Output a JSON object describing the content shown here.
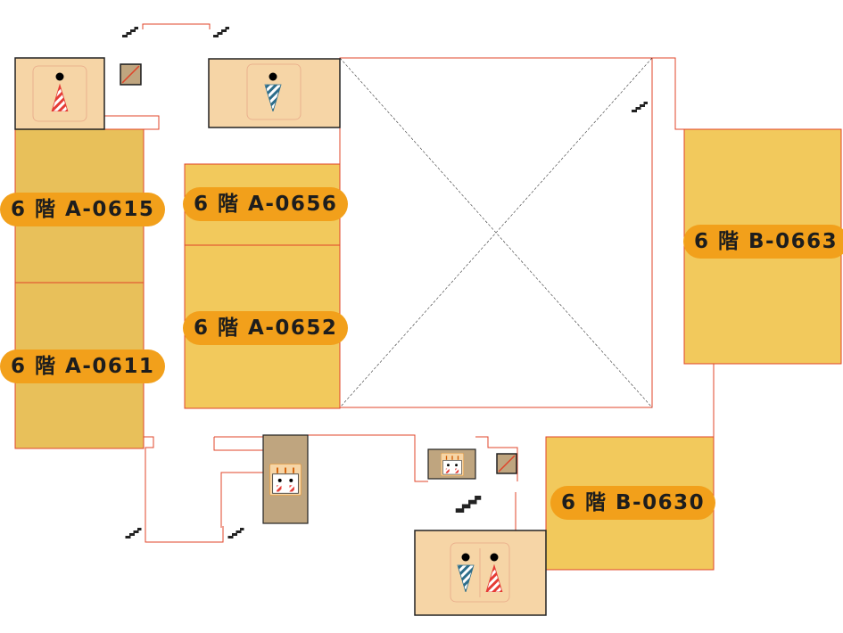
{
  "floorplan": {
    "rooms": [
      {
        "id": "a0615",
        "label": "6 階 A-0615"
      },
      {
        "id": "a0611",
        "label": "6 階 A-0611"
      },
      {
        "id": "a0656",
        "label": "6 階 A-0656"
      },
      {
        "id": "a0652",
        "label": "6 階 A-0652"
      },
      {
        "id": "b0663",
        "label": "6 階 B-0663"
      },
      {
        "id": "b0630",
        "label": "6 階 B-0630"
      }
    ],
    "facility_icons": [
      "female-restroom-icon",
      "male-restroom-icon",
      "elevator-icon",
      "stairs-icon",
      "no-entry-icon"
    ],
    "colors": {
      "room_fill": "#f2c95c",
      "room_fill_dark": "#e8c05a",
      "restroom_fill": "#f6d5a6",
      "elevator_fill": "#bfa57f",
      "wall_line": "#e0442a",
      "label_bg": "#f2a01b",
      "female": "#e53b35",
      "male": "#2c6d8a"
    }
  }
}
